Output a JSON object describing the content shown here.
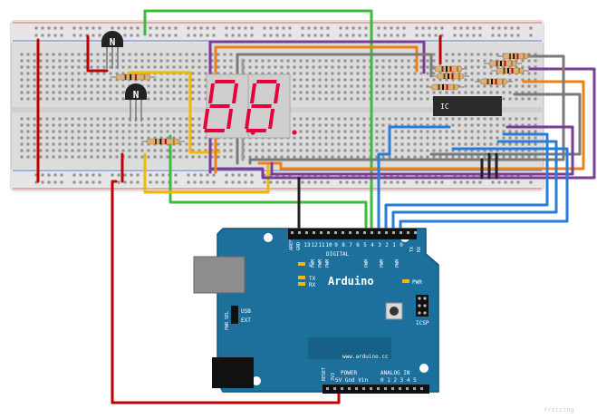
{
  "board": {
    "name": "Arduino",
    "url": "www.arduino.cc",
    "digital_label": "DIGITAL",
    "pins_digital": [
      "13",
      "12",
      "11",
      "10",
      "9",
      "8",
      "7",
      "6",
      "5",
      "4",
      "3",
      "2",
      "1",
      "0"
    ],
    "aref": "AREF",
    "gnd": "GND",
    "pwm": "PWM",
    "tx_rx": [
      "TX",
      "RX"
    ],
    "led_l": "L",
    "led_tx": "TX",
    "led_rx": "RX",
    "led_pwr": "PWR",
    "icsp": "ICSP",
    "pwr_sel": "PWR SEL",
    "usb": "USB",
    "ext": "EXT",
    "reset": "RESET",
    "v3": "3V3",
    "power": "POWER",
    "power_pins": "5V Gnd Vin",
    "analog_in": "ANALOG IN",
    "analog_pins": "0 1 2 3 4 5"
  },
  "breadboard": {
    "ic_label": "IC",
    "transistor_label": "N"
  },
  "display": {
    "digits": [
      "8.",
      "8."
    ],
    "segment_color": "#e8003a",
    "off_color": "#f0d0d6"
  },
  "colors": {
    "board_blue": "#1d6f9c",
    "wire_green": "#3dbb3d",
    "wire_red": "#c00000",
    "wire_yellow": "#f4b800",
    "wire_orange": "#ef7f16",
    "wire_purple": "#7b3c96",
    "wire_blue": "#2a7cd6",
    "wire_gray": "#7a7a7a",
    "wire_black": "#222222"
  },
  "watermark": "fritzing"
}
